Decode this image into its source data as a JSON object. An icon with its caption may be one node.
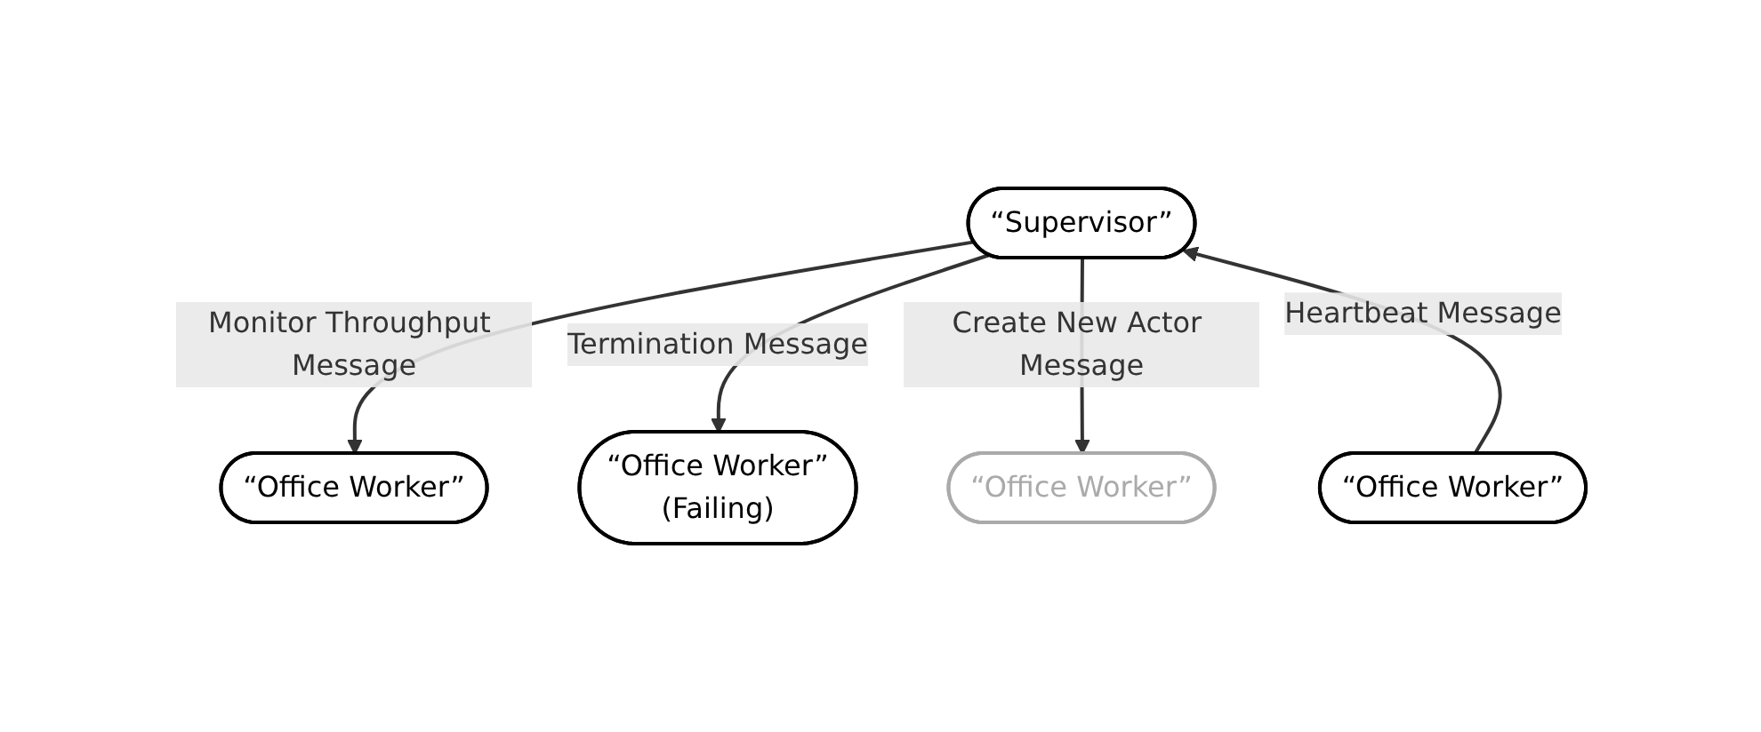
{
  "diagram": {
    "nodes": [
      {
        "text": [
          "“Supervisor”"
        ]
      },
      {
        "text": [
          "“Office Worker”"
        ]
      },
      {
        "text": [
          "“Office Worker”"
        ]
      },
      {
        "text": [
          "“Office Worker”",
          "(Failing)"
        ]
      },
      {
        "text": [
          "“Office Worker”"
        ]
      }
    ],
    "edges": [
      {
        "from": 0,
        "to": 1,
        "arrow": "to",
        "label": "Monitor Throughput Message"
      },
      {
        "from": 2,
        "to": 0,
        "arrow": "to",
        "label": "Heartbeat Message"
      },
      {
        "from": 0,
        "to": 3,
        "arrow": "to",
        "label": "Termination Message"
      },
      {
        "from": 0,
        "to": 4,
        "arrow": "to",
        "label": "Create New Actor Message"
      }
    ]
  }
}
